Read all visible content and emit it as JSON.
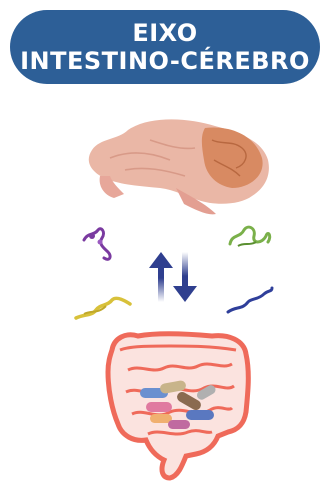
{
  "title": {
    "line1": "EIXO",
    "line2": "INTESTINO-CÉREBRO"
  },
  "colors": {
    "banner": "#2d5f97",
    "arrow": "#2f3f8f",
    "brain": "#e9b8a6",
    "brain_cerebellum": "#d88a62",
    "gut": "#ef6a5a",
    "microbe_purple": "#7a3aa0",
    "microbe_green": "#7ab04a",
    "microbe_yellow": "#d8c13a",
    "microbe_blue": "#2f3f9a"
  },
  "icons": {
    "brain": "brain-illustration",
    "gut": "intestine-illustration",
    "arrows": "bidirectional-arrows-icon"
  }
}
